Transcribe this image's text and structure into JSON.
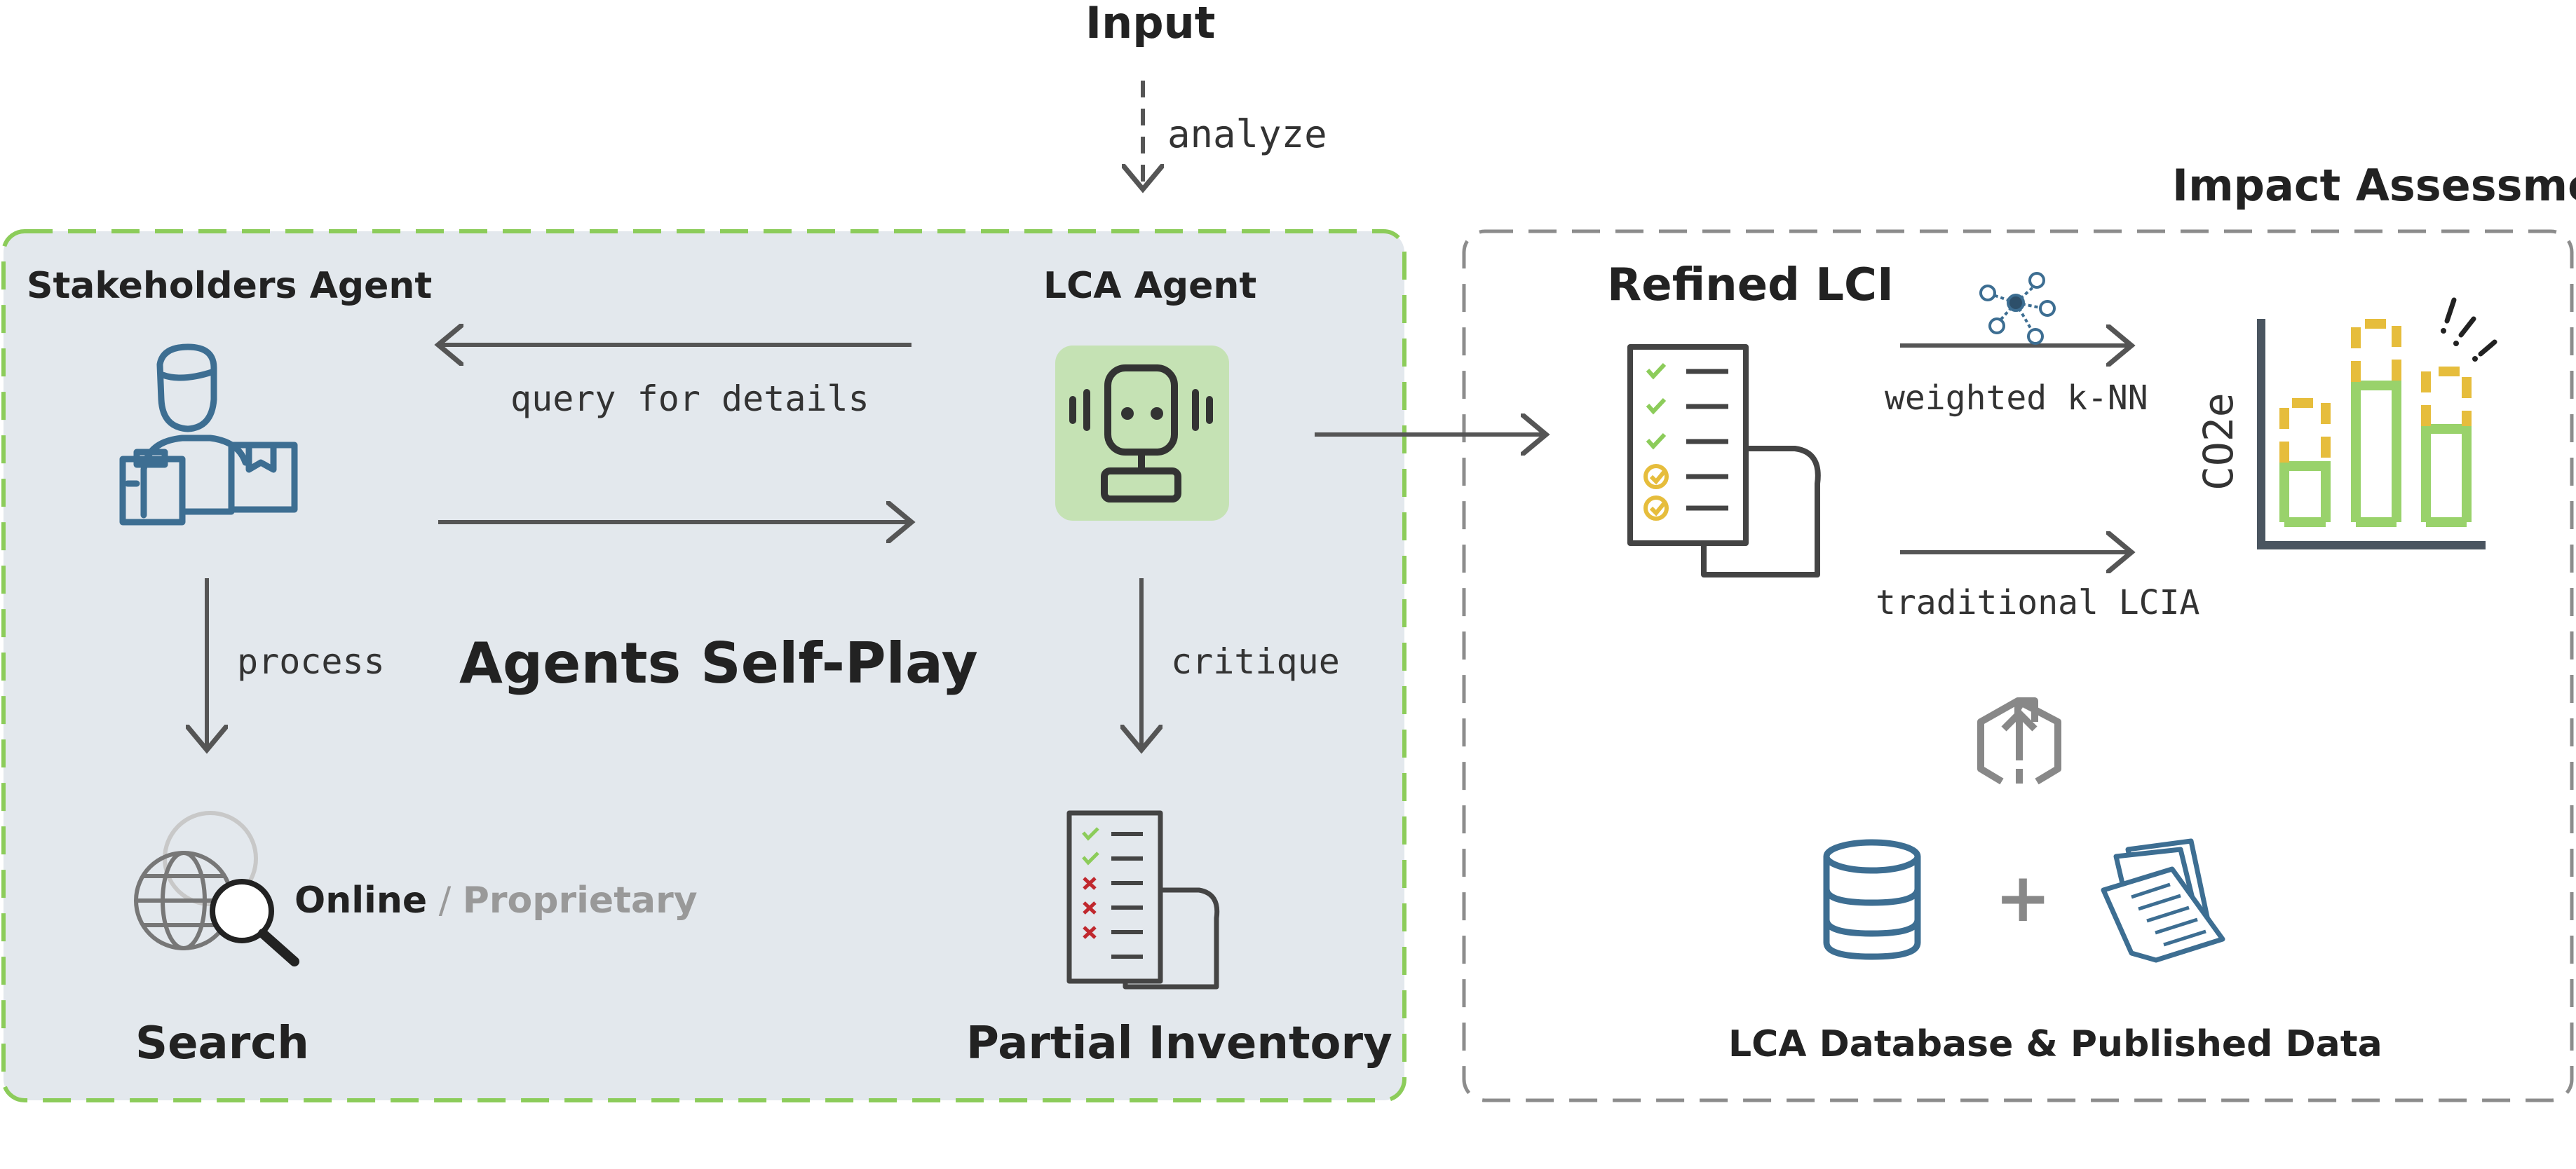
{
  "input": {
    "title": "Input",
    "arrow_label": "analyze"
  },
  "left_panel": {
    "stakeholders_title": "Stakeholders Agent",
    "lca_title": "LCA Agent",
    "query_label": "query for details",
    "center_title": "Agents Self-Play",
    "process_label": "process",
    "critique_label": "critique",
    "search_online": "Online",
    "search_sep": " / ",
    "search_proprietary": "Proprietary",
    "search_title": "Search",
    "inventory_title": "Partial Inventory"
  },
  "right_panel": {
    "impact_title": "Impact Assessment",
    "refined_title": "Refined LCI",
    "knn_label": "weighted k-NN",
    "lcia_label": "traditional LCIA",
    "co2_label": "CO2e",
    "plus": "+",
    "database_title": "LCA Database & Published Data"
  },
  "colors": {
    "panel_fill": "#e3e8ed",
    "panel_border_green": "#8ccc5a",
    "panel_border_gray": "#8c8c8c",
    "arrow": "#555555",
    "icon_blue": "#3d6e92",
    "robot_bg": "#c5e2b4",
    "bar_green": "#99d26b",
    "bar_yellow": "#e6bd3c",
    "check_green": "#8ccc5a",
    "cross_red": "#c0282e"
  },
  "icons": [
    "person-with-clipboard-icon",
    "robot-icon",
    "globe-search-icon",
    "checklist-document-icon",
    "network-graph-icon",
    "bar-chart-icon",
    "upload-icon",
    "database-icon",
    "documents-icon"
  ]
}
